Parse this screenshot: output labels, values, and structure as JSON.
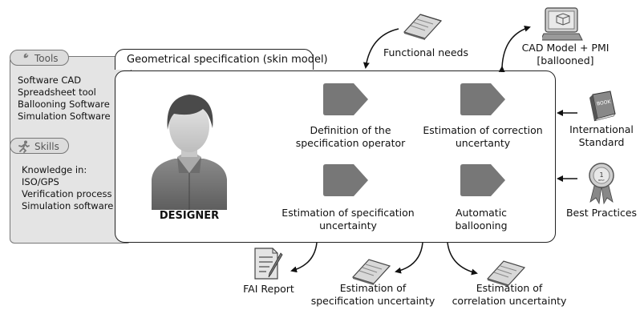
{
  "left_panel": {
    "tools": {
      "title": "Tools",
      "icon": "wrench-icon",
      "items": [
        "Software CAD",
        "Spreadsheet tool",
        "Ballooning Software",
        "Simulation Software"
      ]
    },
    "skills": {
      "title": "Skills",
      "icon": "runner-icon",
      "items": [
        "Knowledge in:",
        "ISO/GPS",
        "Verification process",
        "Simulation software"
      ]
    }
  },
  "main_panel": {
    "title": "Geometrical specification (skin model)",
    "actor": "DESIGNER",
    "processes": [
      {
        "line1": "Definition of the",
        "line2": "specification operator"
      },
      {
        "line1": "Estimation of correction",
        "line2": "uncertanty"
      },
      {
        "line1": "Estimation of specification",
        "line2": "uncertainty"
      },
      {
        "line1": "Automatic",
        "line2": "ballooning"
      }
    ]
  },
  "inputs": {
    "functional_needs": "Functional needs",
    "cad_line1": "CAD Model + PMI",
    "cad_line2": "[ballooned]",
    "standard_line1": "International",
    "standard_line2": "Standard",
    "best_practices": "Best Practices",
    "book_text": "BOOK",
    "medal_text": "1",
    "medal_sub": "BEST"
  },
  "outputs": {
    "fai_report": "FAI Report",
    "spec_unc_line1": "Estimation of",
    "spec_unc_line2": "specification uncertainty",
    "corr_unc_line1": "Estimation of",
    "corr_unc_line2": "correlation uncertainty"
  },
  "colors": {
    "process_shape": "#777777",
    "panel_gray": "#e4e4e4",
    "border": "#222222"
  }
}
